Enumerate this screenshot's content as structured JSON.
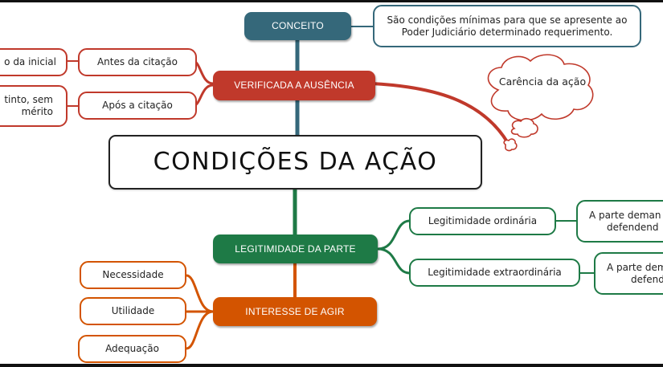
{
  "central": "CONDIÇÕES DA AÇÃO",
  "conceito": {
    "label": "CONCEITO",
    "definition_line1": "São condições mínimas para que se apresente ao",
    "definition_line2": "Poder Judiciário determinado requerimento."
  },
  "ausencia": {
    "label": "VERIFICADA A AUSÊNCIA",
    "branch_antes": "Antes da citação",
    "branch_apos": "Após a citação",
    "result_antes": "o da inicial",
    "result_apos_line1": "tinto, sem",
    "result_apos_line2": "mérito",
    "cloud": "Carência da ação"
  },
  "legitimidade": {
    "label": "LEGITIMIDADE DA PARTE",
    "ordinaria": "Legitimidade ordinária",
    "extraordinaria": "Legitimidade extraordinária",
    "ordinaria_desc_line1": "A parte deman",
    "ordinaria_desc_line2": "defendend",
    "extra_desc_line1": "A parte dem",
    "extra_desc_line2": "defend"
  },
  "interesse": {
    "label": "INTERESSE DE AGIR",
    "items": [
      "Necessidade",
      "Utilidade",
      "Adequação"
    ]
  },
  "colors": {
    "conceito": "#35687a",
    "ausencia": "#c0392b",
    "legitimidade": "#1e7a46",
    "interesse": "#d35400"
  }
}
